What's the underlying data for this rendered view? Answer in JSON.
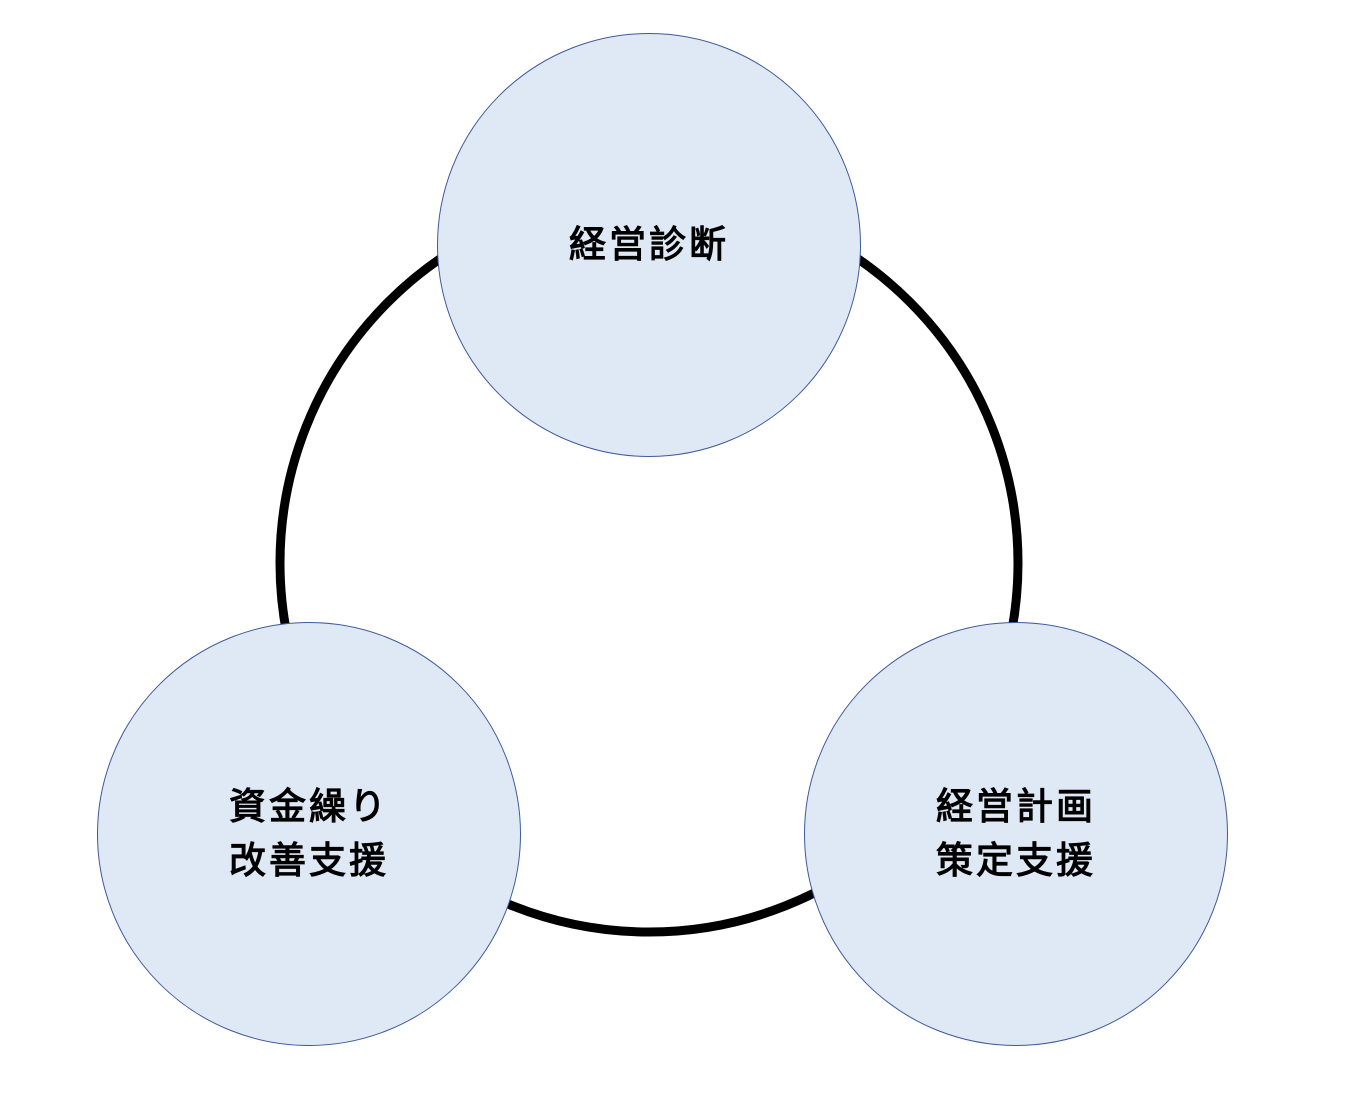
{
  "colors": {
    "node_fill": "#dfe9f5",
    "node_border": "#3f5a9a",
    "ring": "#000000",
    "text": "#000000"
  },
  "nodes": {
    "top": {
      "lines": [
        "経営診断"
      ]
    },
    "left": {
      "lines": [
        "資金繰り",
        "改善支援"
      ]
    },
    "right": {
      "lines": [
        "経営計画",
        "策定支援"
      ]
    }
  }
}
